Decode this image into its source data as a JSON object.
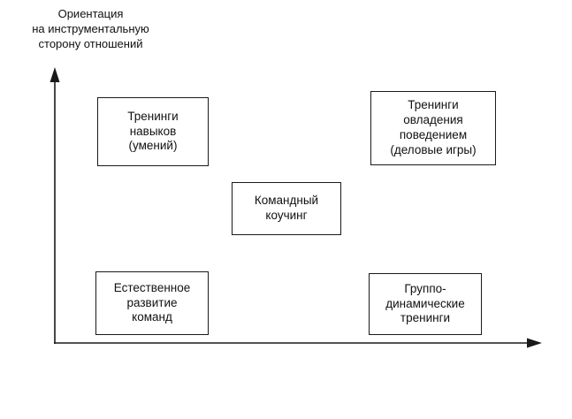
{
  "diagram": {
    "y_axis_label": "Ориентация\nна инструментальную\nсторону отношений",
    "boxes": {
      "skills_training": {
        "label": "Тренинги\nнавыков\n(умений)"
      },
      "behavior_training": {
        "label": "Тренинги\nовладения\nповедением\n(деловые игры)"
      },
      "team_coaching": {
        "label": "Командный\nкоучинг"
      },
      "natural_development": {
        "label": "Естественное\nразвитие\nкоманд"
      },
      "group_dynamic_training": {
        "label": "Группо-\nдинамические\nтренинги"
      }
    },
    "axis_color": "#1a1a1a"
  }
}
